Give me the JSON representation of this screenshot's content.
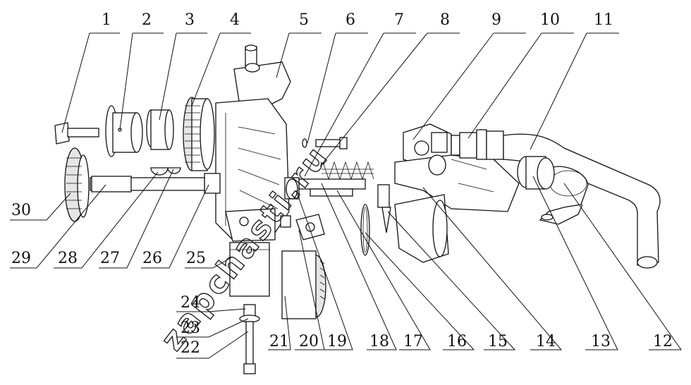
{
  "diagram": {
    "type": "exploded-parts-view",
    "watermark": "zapchasti.ru",
    "labels": [
      "1",
      "2",
      "3",
      "4",
      "5",
      "6",
      "7",
      "8",
      "9",
      "10",
      "11",
      "12",
      "13",
      "14",
      "15",
      "16",
      "17",
      "18",
      "19",
      "20",
      "21",
      "22",
      "23",
      "24",
      "25",
      "26",
      "27",
      "28",
      "29",
      "30"
    ]
  }
}
